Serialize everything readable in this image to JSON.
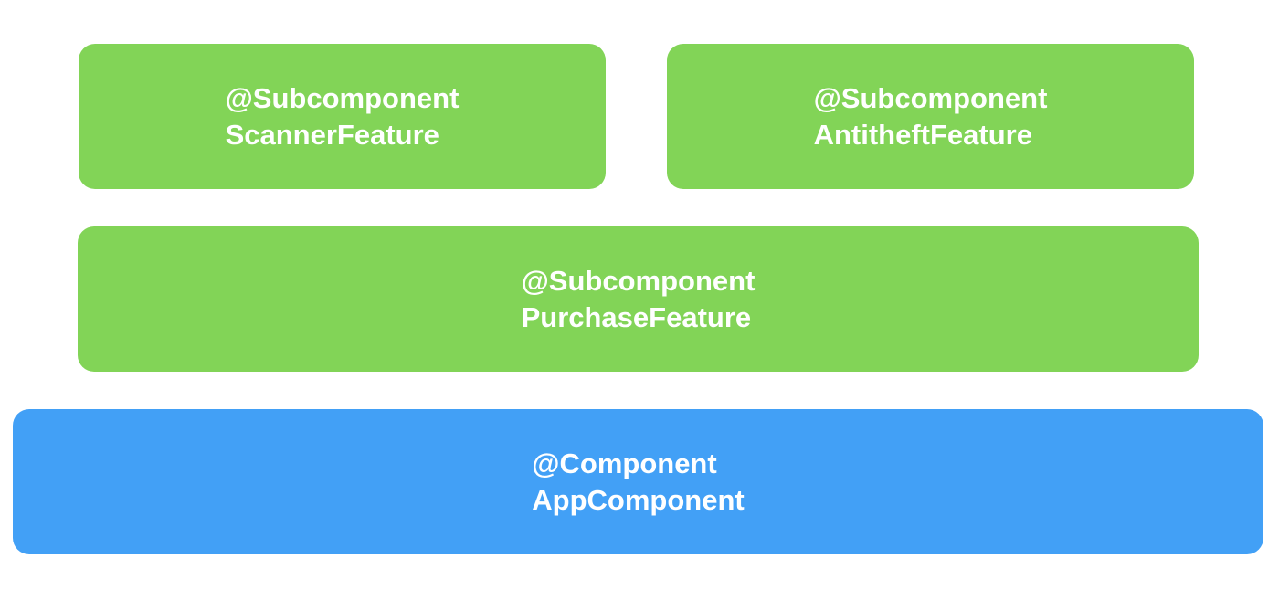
{
  "blocks": {
    "scanner": {
      "annotation": "@Subcomponent",
      "name": "ScannerFeature",
      "color": "#82d457"
    },
    "antitheft": {
      "annotation": "@Subcomponent",
      "name": "AntitheftFeature",
      "color": "#82d457"
    },
    "purchase": {
      "annotation": "@Subcomponent",
      "name": "PurchaseFeature",
      "color": "#82d457"
    },
    "app": {
      "annotation": "@Component",
      "name": "AppComponent",
      "color": "#42a0f6"
    }
  }
}
